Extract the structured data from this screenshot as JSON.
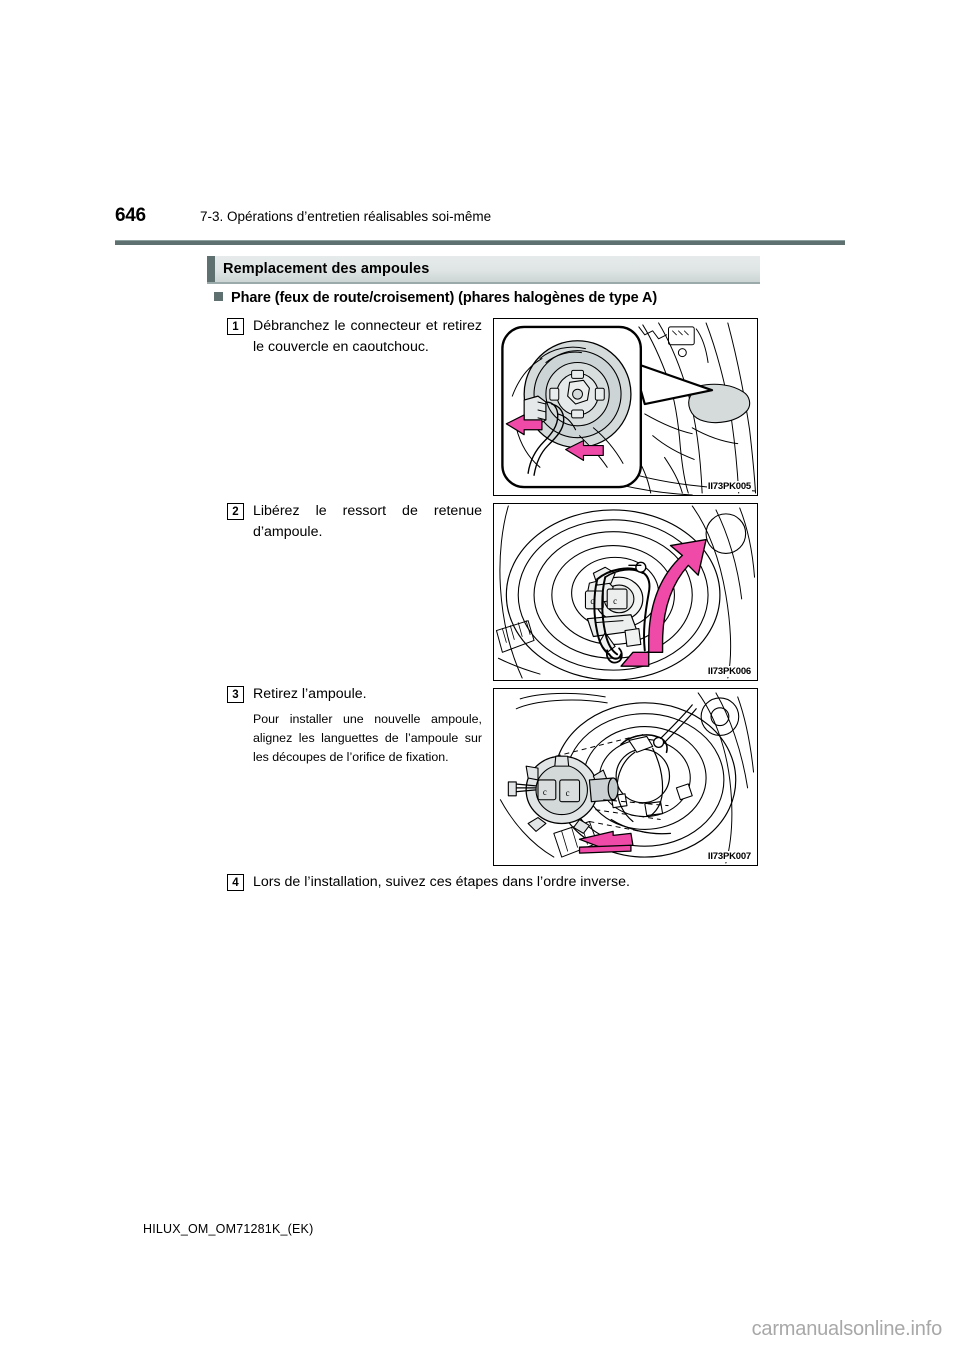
{
  "header": {
    "page_number": "646",
    "title": "7-3. Opérations d’entretien réalisables soi-même"
  },
  "section": {
    "title": "Remplacement des ampoules",
    "accent_color": "#5f7070",
    "bar_background": "#dfe5e5"
  },
  "subheading": {
    "bullet_color": "#5f7070",
    "text": "Phare (feux de route/croisement) (phares halogènes de type A)"
  },
  "steps": [
    {
      "number": "1",
      "text": "Débranchez le connecteur et retirez le couvercle en caoutchouc."
    },
    {
      "number": "2",
      "text": "Libérez le ressort de retenue d’ampoule."
    },
    {
      "number": "3",
      "text": "Retirez l’ampoule.",
      "subtext": "Pour installer une nouvelle ampoule, alignez les languettes de l’ampoule sur les découpes de l’orifice de fixation."
    },
    {
      "number": "4",
      "text": "Lors de l’installation, suivez ces étapes dans l’ordre inverse."
    }
  ],
  "figures": [
    {
      "code": "II73PK005",
      "description": "Vue du logement de phare avec connecteur et couvercle en caoutchouc, flèches magenta de retrait",
      "arrow_color": "#ef4aa8"
    },
    {
      "code": "II73PK006",
      "description": "Ressort de retenue d’ampoule avec grande flèche magenta courbée de libération",
      "arrow_color": "#ef4aa8"
    },
    {
      "code": "II73PK007",
      "description": "Ampoule halogène extraite de l’orifice de fixation, flèche magenta de dépose",
      "arrow_color": "#ef4aa8"
    }
  ],
  "footer": {
    "document_code": "HILUX_OM_OM71281K_(EK)"
  },
  "watermark": {
    "text": "carmanualsonline.info",
    "color": "#a8a8a8"
  }
}
